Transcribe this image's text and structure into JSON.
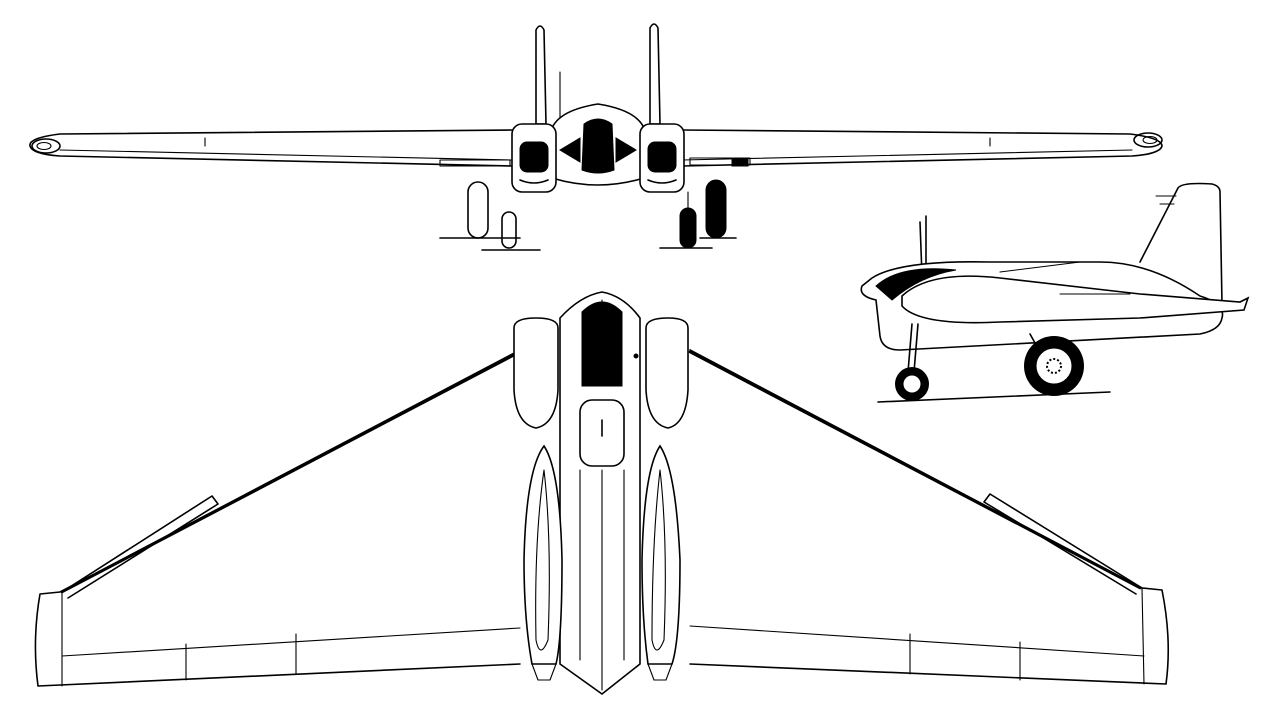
{
  "drawing": {
    "kind": "three-view line drawing",
    "views": [
      "front-view",
      "side-view",
      "top-view"
    ],
    "ink_color": "#000000",
    "background_color": "#ffffff"
  }
}
